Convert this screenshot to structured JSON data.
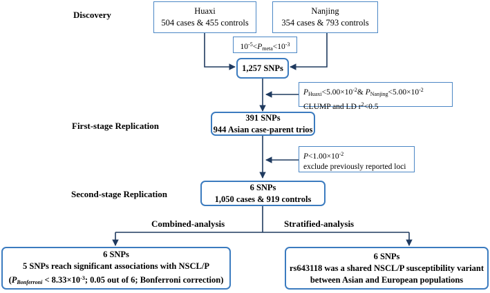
{
  "stages": {
    "discovery": "Discovery",
    "first": "First-stage Replication",
    "second": "Second-stage Replication"
  },
  "cohorts": {
    "huaxi": {
      "name": "Huaxi",
      "detail": "504 cases & 455 controls"
    },
    "nanjing": {
      "name": "Nanjing",
      "detail": "354 cases & 793 controls"
    }
  },
  "filters": {
    "meta": {
      "pre": "10",
      "pre_exp": "-5",
      "lt1": "<",
      "p": "P",
      "p_sub": "meta",
      "lt2": "<",
      "post": "10",
      "post_exp": "-3"
    },
    "first": {
      "line1_p1": "P",
      "line1_sub1": "Huaxi",
      "line1_val1": "<5.00×10",
      "line1_exp1": "-2",
      "line1_and": "& ",
      "line1_p2": "P",
      "line1_sub2": "Nanjing",
      "line1_val2": "<5.00×10",
      "line1_exp2": "-2",
      "line2": "CLUMP  and LD r",
      "line2_exp": "2",
      "line2_tail": "<0.5"
    },
    "second": {
      "line1_p": "P",
      "line1_val": "<1.00×10",
      "line1_exp": "-2",
      "line2": "exclude previously reported loci"
    }
  },
  "results": {
    "discovery": "1,257 SNPs",
    "first": {
      "snps": "391 SNPs",
      "detail": "944 Asian case-parent trios"
    },
    "second": {
      "snps": "6 SNPs",
      "detail": "1,050 cases & 919 controls"
    }
  },
  "branches": {
    "combined": "Combined-analysis",
    "stratified": "Stratified-analysis"
  },
  "combined_box": {
    "snps": "6 SNPs",
    "line2": "5 SNPs reach significant associations with NSCL/P",
    "line3_open": "(",
    "line3_p": "P",
    "line3_sub": "Bonferroni",
    "line3_val": " < 8.33×10",
    "line3_exp": "-3",
    "line3_tail": "; 0.05 out of 6; Bonferroni correction)"
  },
  "stratified_box": {
    "snps": "6 SNPs",
    "line2": "rs643118 was a shared NSCL/P susceptibility variant",
    "line3": "between Asian and European populations"
  },
  "colors": {
    "box_border": "#4a86c5",
    "arrow": "#1f3a5f"
  }
}
